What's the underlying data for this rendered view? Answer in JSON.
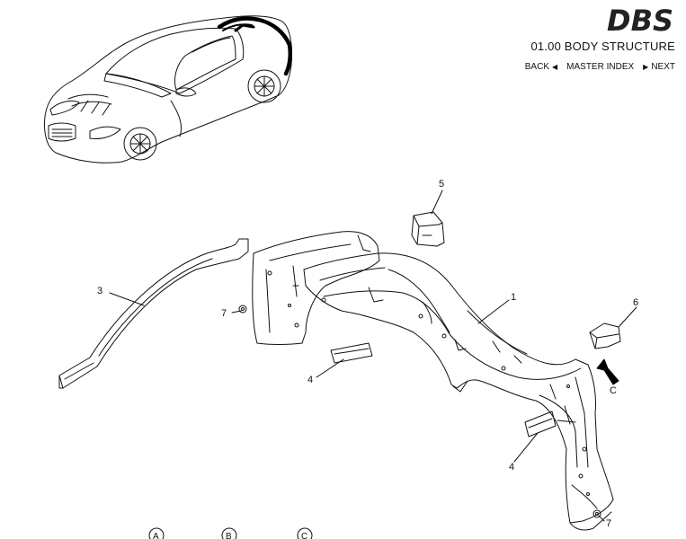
{
  "header": {
    "logo_text": "DBS",
    "section_title": "01.00 BODY STRUCTURE",
    "nav": {
      "back_label": "BACK",
      "master_index_label": "MASTER INDEX",
      "next_label": "NEXT"
    }
  },
  "callouts": {
    "part_1": "1",
    "part_3": "3",
    "part_4a": "4",
    "part_4b": "4",
    "part_5": "5",
    "part_6": "6",
    "part_7a": "7",
    "part_7b": "7",
    "view_c_arrow": "C"
  },
  "view_markers": {
    "a": "A",
    "b": "B",
    "c": "C"
  },
  "icons": [
    "back-arrow-icon",
    "next-arrow-icon",
    "direction-arrow-icon"
  ],
  "colors": {
    "line": "#111111",
    "background": "#ffffff",
    "highlight": "#000000"
  }
}
